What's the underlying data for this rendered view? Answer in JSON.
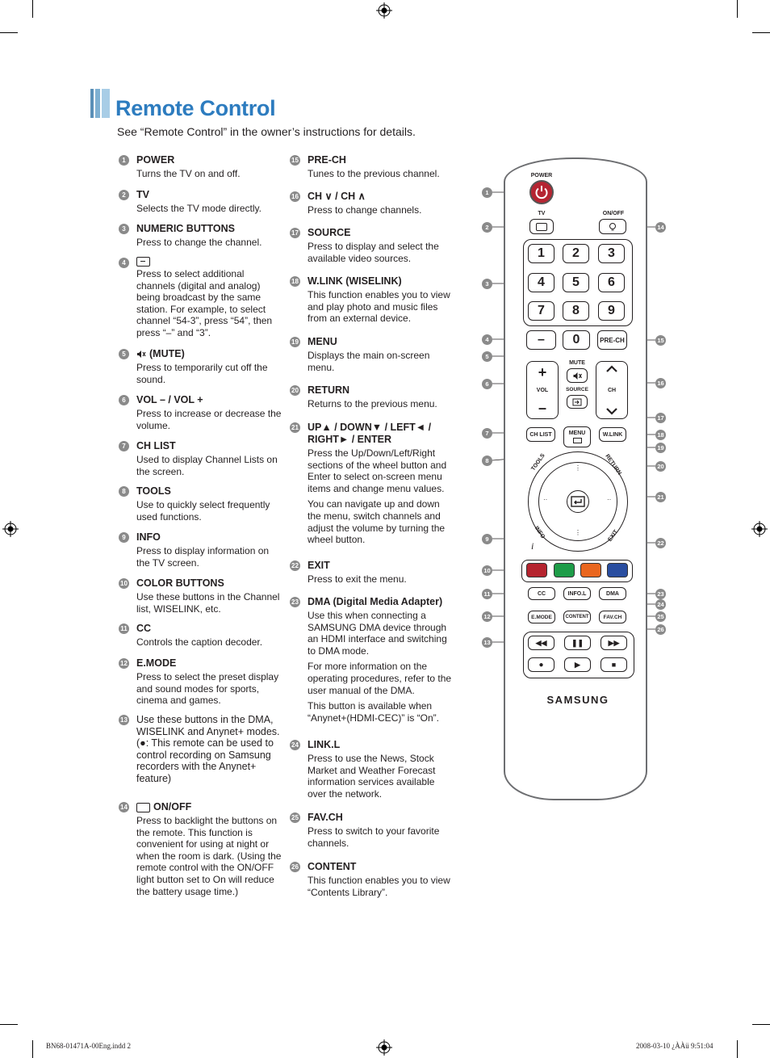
{
  "header": {
    "title": "Remote Control",
    "subtitle": "See “Remote Control” in the owner’s instructions for details."
  },
  "items_left": [
    {
      "n": "1",
      "title": "POWER",
      "desc": [
        "Turns the TV on and off."
      ]
    },
    {
      "n": "2",
      "title": "TV",
      "desc": [
        "Selects the TV mode directly."
      ]
    },
    {
      "n": "3",
      "title": "NUMERIC BUTTONS",
      "desc": [
        "Press to change the channel."
      ]
    },
    {
      "n": "4",
      "title": "",
      "desc": [
        "Press to select additional channels (digital and analog) being broadcast by the same station. For example, to select channel “54-3”, press “54”, then press “–” and “3”."
      ]
    },
    {
      "n": "5",
      "title": "(MUTE)",
      "desc": [
        "Press to temporarily cut off the sound."
      ]
    },
    {
      "n": "6",
      "title": "VOL – / VOL +",
      "desc": [
        "Press to increase or decrease the volume."
      ]
    },
    {
      "n": "7",
      "title": "CH LIST",
      "desc": [
        "Used to display Channel Lists on the screen."
      ]
    },
    {
      "n": "8",
      "title": "TOOLS",
      "desc": [
        "Use to quickly select frequently used functions."
      ]
    },
    {
      "n": "9",
      "title": "INFO",
      "desc": [
        "Press to display information on the TV screen."
      ]
    },
    {
      "n": "10",
      "title": "COLOR BUTTONS",
      "desc": [
        "Use these buttons in the Channel list, WISELINK, etc."
      ]
    },
    {
      "n": "11",
      "title": "CC",
      "desc": [
        "Controls the caption decoder."
      ]
    },
    {
      "n": "12",
      "title": "E.MODE",
      "desc": [
        "Press to select the preset display and sound modes for sports, cinema and games."
      ]
    },
    {
      "n": "13",
      "title": "",
      "desc": [
        "Use these buttons in the DMA, WISELINK and Anynet+ modes. (●: This remote can be used to control recording on Samsung recorders with the Anynet+ feature)"
      ]
    },
    {
      "n": "14",
      "title": "ON/OFF",
      "desc": [
        "Press to backlight the buttons on the remote. This function is convenient for using at night or when the room is dark. (Using the remote control with the ON/OFF light button set to On will reduce the battery usage time.)"
      ]
    }
  ],
  "items_right": [
    {
      "n": "15",
      "title": "PRE-CH",
      "desc": [
        "Tunes to the previous channel."
      ]
    },
    {
      "n": "16",
      "title": "CH ∨ / CH ∧",
      "desc": [
        "Press to change channels."
      ]
    },
    {
      "n": "17",
      "title": "SOURCE",
      "desc": [
        "Press to display and select the available video sources."
      ]
    },
    {
      "n": "18",
      "title": "W.LINK (WISELINK)",
      "desc": [
        "This function enables you to view and play photo and music files from an external device."
      ]
    },
    {
      "n": "19",
      "title": "MENU",
      "desc": [
        "Displays the main on-screen menu."
      ]
    },
    {
      "n": "20",
      "title": "RETURN",
      "desc": [
        "Returns to the previous menu."
      ]
    },
    {
      "n": "21",
      "title": "UP▲ / DOWN▼ / LEFT◄ / RIGHT► / ENTER",
      "desc": [
        "Press the Up/Down/Left/Right sections of the wheel button and Enter to select on-screen menu items and change menu values.",
        "You can navigate up and down the menu, switch channels and adjust the volume by turning the wheel button."
      ]
    },
    {
      "n": "22",
      "title": "EXIT",
      "desc": [
        "Press to exit the menu."
      ]
    },
    {
      "n": "23",
      "title": "DMA (Digital Media Adapter)",
      "desc": [
        "Use this when connecting a SAMSUNG DMA device through an HDMI interface and switching to DMA mode.",
        "For more information on the operating procedures, refer to the user manual of the DMA.",
        "This button is available when “Anynet+(HDMI-CEC)” is “On”."
      ]
    },
    {
      "n": "24",
      "title": "LINK.L",
      "desc": [
        "Press to use the News, Stock Market and Weather Forecast information services available over the network."
      ]
    },
    {
      "n": "25",
      "title": "FAV.CH",
      "desc": [
        "Press to switch to your favorite channels."
      ]
    },
    {
      "n": "26",
      "title": "CONTENT",
      "desc": [
        "This function enables you to view “Contents Library”."
      ]
    }
  ],
  "remote": {
    "power_label": "POWER",
    "tv_label": "TV",
    "onoff_label": "ON/OFF",
    "digits": [
      "1",
      "2",
      "3",
      "4",
      "5",
      "6",
      "7",
      "8",
      "9"
    ],
    "zero": "0",
    "dash": "–",
    "prech": "PRE-CH",
    "mute": "MUTE",
    "vol": "VOL",
    "ch": "CH",
    "source": "SOURCE",
    "chlist": "CH LIST",
    "menu": "MENU",
    "wlink": "W.LINK",
    "tools": "TOOLS",
    "return": "RETURN",
    "info": "INFO",
    "exit": "EXIT",
    "cc": "CC",
    "infol": "INFO.L",
    "dma": "DMA",
    "emode": "E.MODE",
    "content": "CONTENT",
    "favch": "FAV.CH",
    "brand": "SAMSUNG",
    "colors": [
      "#b5242f",
      "#1e9c48",
      "#e9661f",
      "#2a4ea0"
    ]
  },
  "callouts_left": [
    "1",
    "2",
    "3",
    "4",
    "5",
    "6",
    "7",
    "8",
    "9",
    "10",
    "11",
    "12",
    "13"
  ],
  "callouts_right": [
    "14",
    "15",
    "16",
    "17",
    "18",
    "19",
    "20",
    "21",
    "22",
    "23",
    "24",
    "25",
    "26"
  ],
  "footer": {
    "left": "BN68-01471A-00Eng.indd   2",
    "right": "2008-03-10   ¿ÀÀü 9:51:04"
  }
}
